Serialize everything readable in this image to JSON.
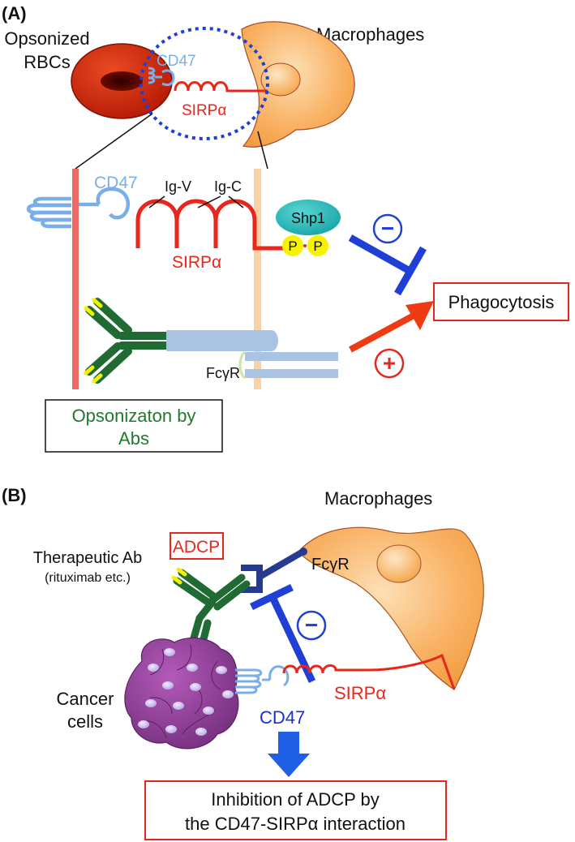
{
  "panel_a": {
    "label": "(A)",
    "opsonized_rbcs": [
      "Opsonized",
      "RBCs"
    ],
    "macrophages": "Macrophages",
    "cd47_small": "CD47",
    "sirpa_small": "SIRPα",
    "cd47": "CD47",
    "ig_v": "Ig-V",
    "ig_c": "Ig-C",
    "shp1": "Shp1",
    "p1": "P",
    "p2": "P",
    "sirpa": "SIRPα",
    "phagocytosis": "Phagocytosis",
    "fcgr": "FcγR",
    "opsonization": [
      "Opsonizaton by",
      "Abs"
    ],
    "minus_sign": "−",
    "plus_sign": "+"
  },
  "panel_b": {
    "label": "(B)",
    "macrophages": "Macrophages",
    "adcp": "ADCP",
    "fcgr": "FcγR",
    "therapeutic_ab": "Therapeutic Ab",
    "therapeutic_ab_sub": "(rituximab etc.)",
    "cancer_cells": [
      "Cancer",
      "cells"
    ],
    "cd47": "CD47",
    "sirpa": "SIRPα",
    "minus_sign": "−",
    "conclusion": [
      "Inhibition of ADCP by",
      "the CD47-SIRPα interaction"
    ]
  },
  "colors": {
    "sirpa_red": "#e8261c",
    "cd47_blue": "#7aaeea",
    "cd47_label_blue": "#1a2fd6",
    "inhibit_blue": "#1f3fd6",
    "activation_red": "#ef3a12",
    "antibody_green": "#1f6b33",
    "antibody_tip_yellow": "#f2f200",
    "shp1_teal": "#25b8bc",
    "phospho_yellow": "#f7f200",
    "macrophage_orange": "#f9b366",
    "rbc_red": "#d02007",
    "cancer_purple": "#8a3c94",
    "rbc_membrane": "#ee6a66",
    "macrophage_membrane": "#fad2a4",
    "fcgr_lightblue": "#a9c4e2",
    "fcgr_darkblue": "#263a8e"
  }
}
